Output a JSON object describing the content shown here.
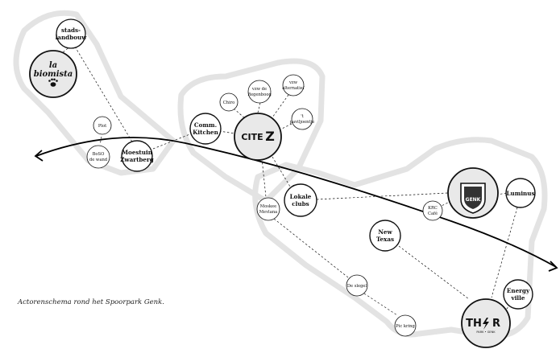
{
  "caption": "Actorenschema rond het Spoorpark Genk.",
  "nodes": {
    "stadslandbouw": [
      "stads-",
      "landbouw"
    ],
    "la_biomista": [
      "la",
      "biomista"
    ],
    "plot": "Plot",
    "boso": [
      "BoSO",
      "de wand"
    ],
    "moestuin": [
      "Moestuin",
      "Zwartberg"
    ],
    "comm_kitchen": [
      "Comm.",
      "Kitchen"
    ],
    "chiro": "Chiro",
    "vzw_regenboog": [
      "vzw de",
      "Regenboog"
    ],
    "vzw_alternatief": [
      "vzw",
      "alternatief"
    ],
    "t_paviljoentje": [
      "'t",
      "paviljoentje"
    ],
    "cite_z": [
      "CITE",
      "Z"
    ],
    "lokale_clubs": [
      "Lokale",
      "clubs"
    ],
    "moskee": [
      "Moskee",
      "Mevlana"
    ],
    "krc_cafe": [
      "KRC",
      "Café"
    ],
    "krc_genk": "GENK",
    "luminus": "Luminus",
    "new_texas": [
      "New",
      "Texas"
    ],
    "de_slegel": "De slegel",
    "pic_kring": "Pic kring",
    "energyville": [
      "Energy",
      "ville"
    ],
    "thor": [
      "TH",
      "R"
    ],
    "thor_sub": "PARK • GENK"
  },
  "colors": {
    "line": "#111111",
    "zone_stroke": "#e3e3e3",
    "node_fill": "#ffffff",
    "big_node_fill": "#e9e9e9",
    "arrow": "#000000"
  }
}
